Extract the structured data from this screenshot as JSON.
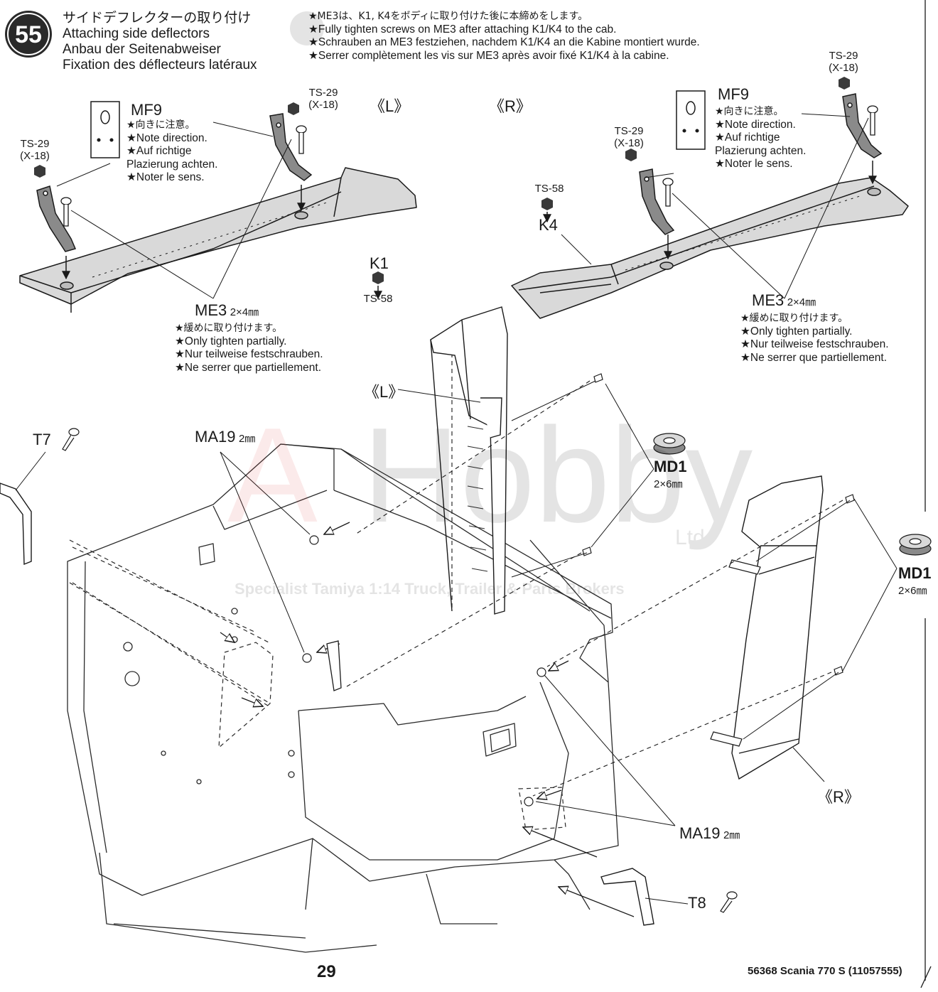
{
  "step": {
    "number": "55",
    "title_jp": "サイドデフレクターの取り付け",
    "title_en": "Attaching side deflectors",
    "title_de": "Anbau der Seitenabweiser",
    "title_fr": "Fixation des déflecteurs latéraux"
  },
  "top_note": {
    "jp": "★ME3は、K1, K4をボディに取り付けた後に本締めをします。",
    "en": "★Fully tighten screws on ME3 after attaching K1/K4 to the cab.",
    "de": "★Schrauben an ME3 festziehen, nachdem K1/K4 an die Kabine montiert wurde.",
    "fr": "★Serrer complètement les vis sur ME3 après avoir fixé K1/K4 à la cabine."
  },
  "side_marks": {
    "left": "《L》",
    "right": "《R》"
  },
  "left_assembly": {
    "mf9": {
      "name": "MF9",
      "notes": [
        "★向きに注意。",
        "★Note direction.",
        "★Auf richtige",
        "Plazierung achten.",
        "★Noter le sens."
      ]
    },
    "ts29_a": {
      "name": "TS-29",
      "sub": "(X-18)"
    },
    "ts29_b": {
      "name": "TS-29",
      "sub": "(X-18)"
    },
    "k1": {
      "name": "K1",
      "sub": "TS-58"
    },
    "me3": {
      "name": "ME3",
      "size": "2×4㎜",
      "notes": [
        "★緩めに取り付けます。",
        "★Only tighten partially.",
        "★Nur teilweise festschrauben.",
        "★Ne serrer que partiellement."
      ]
    }
  },
  "right_assembly": {
    "mf9": {
      "name": "MF9",
      "notes": [
        "★向きに注意。",
        "★Note direction.",
        "★Auf richtige",
        "Plazierung achten.",
        "★Noter le sens."
      ]
    },
    "ts29_a": {
      "name": "TS-29",
      "sub": "(X-18)"
    },
    "ts29_b": {
      "name": "TS-29",
      "sub": "(X-18)"
    },
    "ts58": {
      "name": "TS-58"
    },
    "k4": {
      "name": "K4"
    },
    "me3": {
      "name": "ME3",
      "size": "2×4㎜",
      "notes": [
        "★緩めに取り付けます。",
        "★Only tighten partially.",
        "★Nur teilweise festschrauben.",
        "★Ne serrer que partiellement."
      ]
    }
  },
  "cab_assembly": {
    "t7": "T7",
    "t8": "T8",
    "ma19_top": {
      "name": "MA19",
      "size": "2㎜"
    },
    "ma19_bottom": {
      "name": "MA19",
      "size": "2㎜"
    },
    "md1_center": {
      "name": "MD1",
      "size": "2×6㎜"
    },
    "md1_right": {
      "name": "MD1",
      "size": "2×6㎜"
    },
    "mark_l": "《L》",
    "mark_r": "《R》"
  },
  "watermark": {
    "brand_a": "A",
    "brand_hobby": "Hobby",
    "brand_ltd": "Ltd.",
    "tagline": "Specialist Tamiya 1:14 Truck, Trailer & Parts Brokers"
  },
  "footer": {
    "page_number": "29",
    "product": "56368 Scania 770 S (11057555)"
  },
  "colors": {
    "ink": "#1a1a1a",
    "part_fill": "#d9d9d9",
    "bracket_fill": "#8a8a8a",
    "watermark_red": "#e23b3b"
  }
}
